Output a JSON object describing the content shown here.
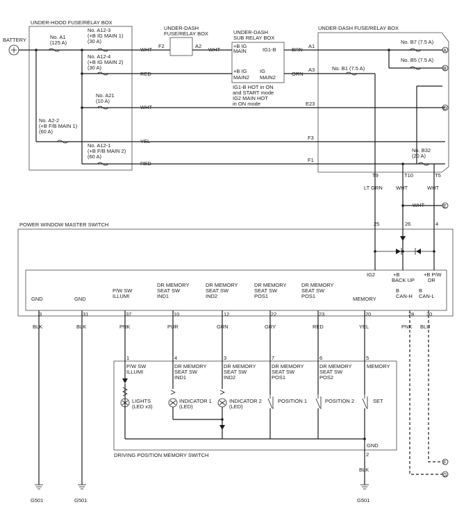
{
  "boxes": {
    "uh_fuse": "UNDER-HOOD FUSE/RELAY BOX",
    "ud_fuse_l1": "UNDER-DASH",
    "ud_fuse_l2": "FUSE/RELAY BOX",
    "sub_relay_l1": "UNDER-DASH",
    "sub_relay_l2": "SUB RELAY BOX",
    "ud_fuse_right": "UNDER-DASH FUSE/RELAY BOX",
    "pw_master": "POWER WINDOW MASTER SWITCH",
    "dpm_switch": "DRIVING POSITION MEMORY SWITCH"
  },
  "battery": "BATTERY",
  "fuses": {
    "a1": [
      "No. A1",
      "(125 A)"
    ],
    "a12_3": [
      "No. A12-3",
      "(+B IG MAIN 1)",
      "(30 A)"
    ],
    "a12_4": [
      "No. A12-4",
      "(+B IG MAIN 2)",
      "(30 A)"
    ],
    "a21": [
      "No. A21",
      "(10 A)"
    ],
    "a2_2": [
      "No. A2-2",
      "(+B F/B MAIN 1)",
      "(60 A)"
    ],
    "a12_1": [
      "No. A12-1",
      "(+B F/B MAIN 2)",
      "(60 A)"
    ],
    "b7": "No. B7 (7.5 A)",
    "b5": "No. B5 (7.5 A)",
    "b1": "No. B1 (7.5 A)",
    "b32": [
      "No. B32",
      "(20 A)"
    ]
  },
  "wire_colors": {
    "wht": "WHT",
    "red": "RED",
    "yel": "YEL",
    "brn": "BRN",
    "orn": "ORN",
    "ltgrn": "LT GRN",
    "blk": "BLK",
    "pnk": "PNK",
    "pur": "PUR",
    "grn": "GRN",
    "gry": "GRY",
    "blu": "BLU"
  },
  "pins": {
    "f2": "F2",
    "a2": "A2",
    "a1": "A1",
    "a3": "A3",
    "e23": "E23",
    "f3": "F3",
    "f1": "F1",
    "t9": "T9",
    "t10": "T10",
    "t5": "T5",
    "p25": "25",
    "p26": "26",
    "p4": "4",
    "p3": "3",
    "p31": "31",
    "p37": "37",
    "p10": "10",
    "p12": "12",
    "p22": "22",
    "p23": "23",
    "p20": "20",
    "p28": "28",
    "p30": "30",
    "s1": "1",
    "s4": "4",
    "s3": "3",
    "s7": "7",
    "s6": "6",
    "s5": "5",
    "s2": "2"
  },
  "sub_relay": {
    "ig_main": [
      "+B IG",
      "MAIN"
    ],
    "ig1b": "IG1-B",
    "ig_main2_l": [
      "+B IG",
      "MAIN2"
    ],
    "ig_main2_r": [
      "IG",
      "MAIN2"
    ],
    "note": [
      "IG1-B HOT in ON",
      "and START mode",
      "IG2 MAIN HOT",
      "in ON mode"
    ]
  },
  "connectors": {
    "a": "A",
    "b": "B",
    "d": "D",
    "e": "E",
    "f": "F",
    "g": "G"
  },
  "master_terms": {
    "ig2": "IG2",
    "backup": [
      "+B",
      "BACK UP"
    ],
    "pwdr": [
      "+B P/W",
      "DR"
    ],
    "gnd": "GND",
    "illum": [
      "P/W SW",
      "ILLUMI"
    ],
    "ind1": [
      "DR MEMORY",
      "SEAT SW",
      "IND1"
    ],
    "ind2": [
      "DR MEMORY",
      "SEAT SW",
      "IND2"
    ],
    "pos1": [
      "DR MEMORY",
      "SEAT SW",
      "POS1"
    ],
    "pos2": [
      "DR MEMORY",
      "SEAT SW",
      "POS1"
    ],
    "memory": "MEMORY",
    "canh": [
      "B",
      "CAN-H"
    ],
    "canl": [
      "B",
      "CAN-L"
    ]
  },
  "mem_terms": {
    "illum": [
      "P/W SW",
      "ILLUMI"
    ],
    "ind1": [
      "DR MEMORY",
      "SEAT SW",
      "IND1"
    ],
    "ind2": [
      "DR MEMORY",
      "SEAT SW",
      "IND2"
    ],
    "pos1": [
      "DR MEMORY",
      "SEAT SW",
      "POS1"
    ],
    "pos2": [
      "DR MEMORY",
      "SEAT SW",
      "POS2"
    ],
    "memory": "MEMORY",
    "gnd": "GND"
  },
  "components": {
    "lights": [
      "LIGHTS",
      "(LED x3)"
    ],
    "ind1": [
      "INDICATOR 1",
      "(LED)"
    ],
    "ind2": [
      "INDICATOR 2",
      "(LED)"
    ],
    "pos1": "POSITION 1",
    "pos2": "POSITION 2",
    "set": "SET"
  },
  "grounds": {
    "g1": "G501",
    "g2": "G501",
    "g3": "G501"
  }
}
